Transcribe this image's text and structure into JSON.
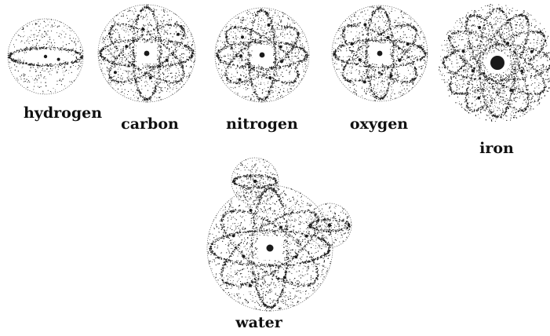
{
  "colors": {
    "background": "#ffffff",
    "ink": "#1a1a1a"
  },
  "atoms": [
    {
      "id": "hydrogen",
      "label": "hydrogen",
      "electrons": 1
    },
    {
      "id": "carbon",
      "label": "carbon",
      "electrons": 6
    },
    {
      "id": "nitrogen",
      "label": "nitrogen",
      "electrons": 7
    },
    {
      "id": "oxygen",
      "label": "oxygen",
      "electrons": 8
    },
    {
      "id": "iron",
      "label": "iron",
      "electrons": 26
    }
  ],
  "molecule": {
    "id": "water",
    "label": "water",
    "parts": [
      "oxygen",
      "hydrogen",
      "hydrogen"
    ]
  }
}
